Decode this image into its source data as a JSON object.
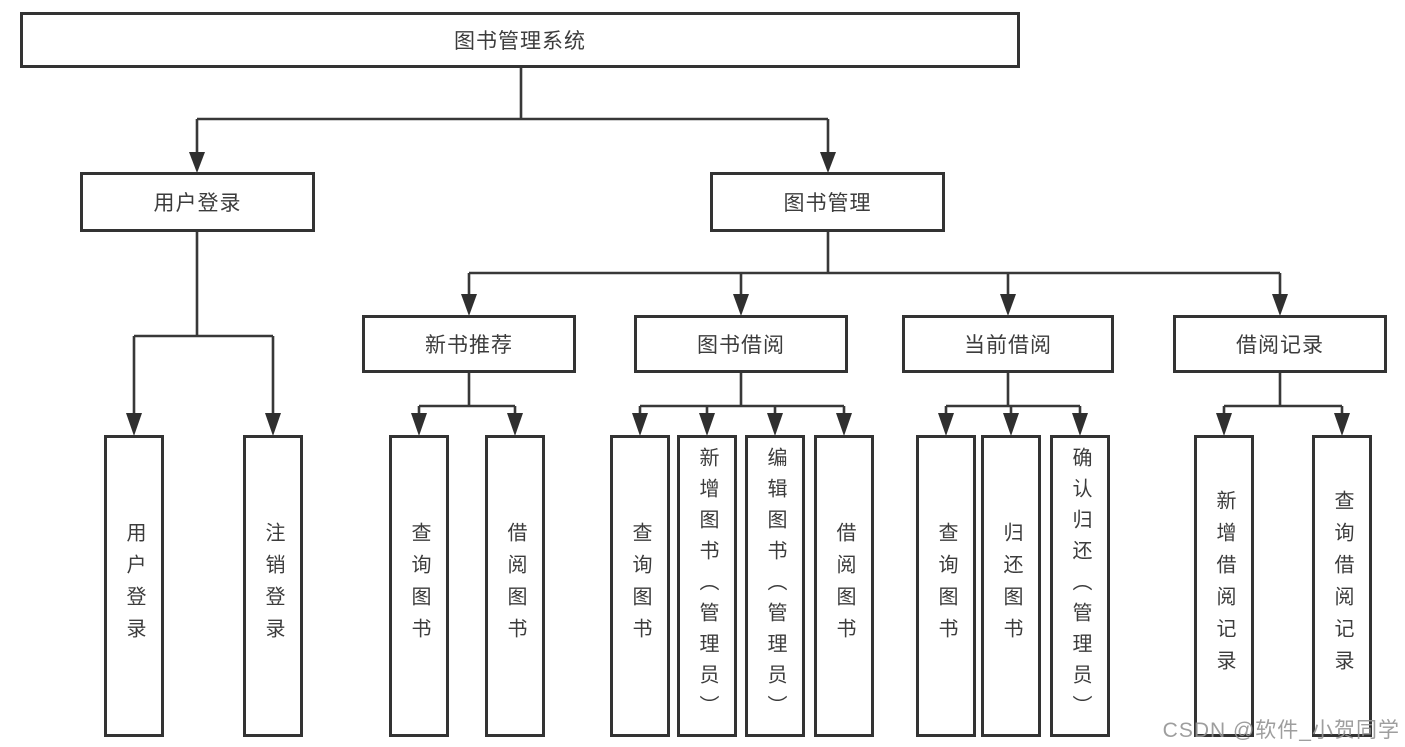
{
  "colors": {
    "line": "#383838",
    "arrow_fill": "#2f2f2f",
    "box_border": "#333333",
    "box_fill": "#ffffff",
    "text": "#3c3c3c",
    "watermark": "#949494"
  },
  "tree": {
    "root": "图书管理系统",
    "branches": [
      {
        "label": "用户登录",
        "children": [
          "用户登录",
          "注销登录"
        ]
      },
      {
        "label": "图书管理",
        "groups": [
          {
            "label": "新书推荐",
            "children": [
              "查询图书",
              "借阅图书"
            ]
          },
          {
            "label": "图书借阅",
            "children": [
              "查询图书",
              "新增图书（管理员）",
              "编辑图书（管理员）",
              "借阅图书"
            ]
          },
          {
            "label": "当前借阅",
            "children": [
              "查询图书",
              "归还图书",
              "确认归还（管理员）"
            ]
          },
          {
            "label": "借阅记录",
            "children": [
              "新增借阅记录",
              "查询借阅记录"
            ]
          }
        ]
      }
    ]
  },
  "watermark": "CSDN @软件_小贺同学"
}
